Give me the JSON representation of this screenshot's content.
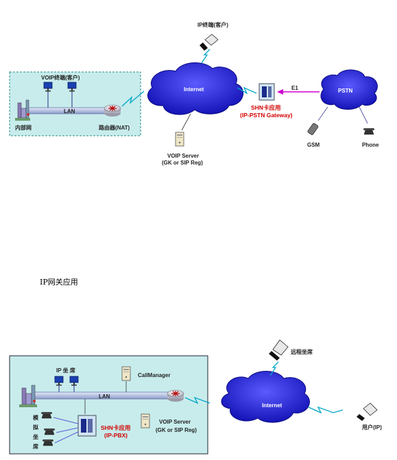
{
  "diagram_top": {
    "ip_terminal_customer": "IP终端(客户)",
    "voip_terminal_customer": "VOIP终端(客户)",
    "lan": "LAN",
    "internal_network": "内部网",
    "router_nat": "路由器(NAT)",
    "internet": "Internet",
    "shn_card_app": "SHN卡应用",
    "ip_pstn_gateway": "(IP-PSTN Gateway)",
    "e1": "E1",
    "pstn": "PSTN",
    "gsm": "GSM",
    "phone": "Phone",
    "voip_server": "VOIP Server",
    "gk_sip_reg": "(GK or SIP Reg)"
  },
  "caption_gateway": "IP网关应用",
  "diagram_bottom": {
    "ip_seat": "IP 坐 席",
    "call_manager": "CallManager",
    "lan": "LAN",
    "analog_seat_chars": [
      "模",
      "拟",
      "坐",
      "席"
    ],
    "shn_card_app": "SHN卡应用",
    "ip_pbx": "(IP-PBX)",
    "voip_server": "VOIP Server",
    "gk_sip_reg": "(GK or SIP Reg)",
    "internet": "Internet",
    "remote_seat": "远程坐席",
    "user_ip": "用户(IP)"
  },
  "colors": {
    "box_fill": "#c8ecec",
    "cloud": "#2a2ad8",
    "lan_bar": "#b9c6e8",
    "red_label": "#d40000",
    "e1_arrow": "#d000d0",
    "wireless": "#00a6c6"
  }
}
